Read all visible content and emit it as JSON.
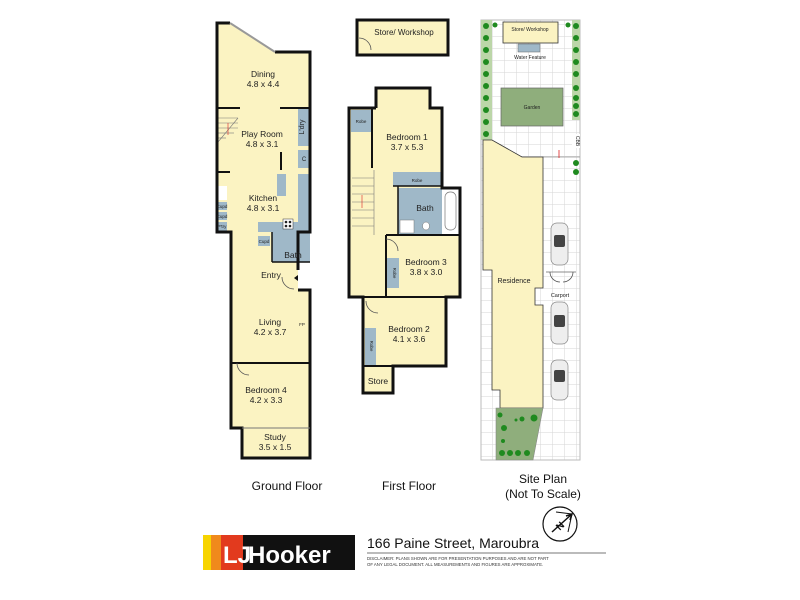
{
  "ground_floor": {
    "title": "Ground Floor",
    "rooms": [
      {
        "name": "Dining",
        "size": "4.8 x 4.4"
      },
      {
        "name": "Play Room",
        "size": "4.8 x 3.1"
      },
      {
        "name": "Kitchen",
        "size": "4.8 x 3.1"
      },
      {
        "name": "Living",
        "size": "4.2 x 3.7"
      },
      {
        "name": "Bedroom 4",
        "size": "4.2 x 3.3"
      },
      {
        "name": "Study",
        "size": "3.5 x 1.5"
      }
    ],
    "small_labels": {
      "laundry": "L'dry",
      "cupboard": "C",
      "bath": "Bath",
      "entry": "Entry",
      "fireplace": "FP",
      "cupd1": "Cupd",
      "cupd2": "Cupd",
      "cupd3": "Cupd",
      "pantry": "P'try"
    }
  },
  "first_floor": {
    "title": "First Floor",
    "store_workshop": "Store/ Workshop",
    "rooms": [
      {
        "name": "Bedroom 1",
        "size": "3.7 x 5.3"
      },
      {
        "name": "Bedroom 3",
        "size": "3.8 x 3.0"
      },
      {
        "name": "Bedroom 2",
        "size": "4.1 x 3.6"
      }
    ],
    "small_labels": {
      "robe1": "Robe",
      "robe2": "Robe",
      "robe3": "Robe",
      "robe4": "Robe",
      "bath": "Bath",
      "store": "Store"
    }
  },
  "site_plan": {
    "title_line1": "Site Plan",
    "title_line2": "(Not To Scale)",
    "labels": {
      "store_workshop": "Store/ Workshop",
      "water_feature": "Water Feature",
      "garden": "Garden",
      "cbb": "CBB",
      "residence": "Residence",
      "carport": "Carport"
    }
  },
  "footer": {
    "brand": "LJ Hooker",
    "address": "166 Paine Street, Maroubra",
    "disclaimer_line1": "DISCLAIMER: PLANS SHOWN ARE FOR PRESENTATION PURPOSES AND ARE NOT PART",
    "disclaimer_line2": "OF ANY LEGAL DOCUMENT. ALL MEASUREMENTS AND FIGURES ARE APPROXIMATE.",
    "compass_letter": "N"
  },
  "colors": {
    "room_fill": "#fbf3c2",
    "wet_area": "#9fb8c8",
    "garden": "#8fae7c",
    "hedge": "#1f8a1f",
    "brand_red": "#e23a1e",
    "brand_orange": "#f08a1c",
    "brand_yellow": "#f7d400"
  }
}
